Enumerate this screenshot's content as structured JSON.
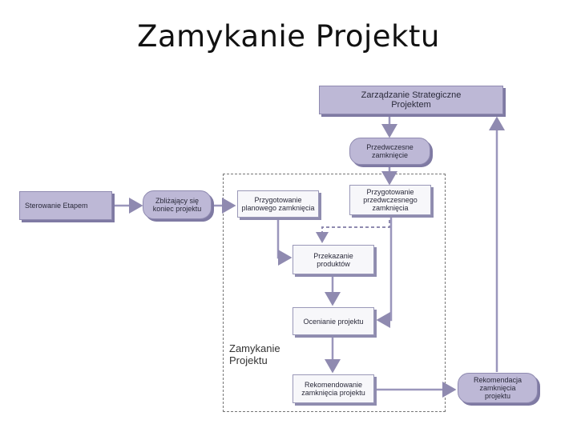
{
  "title": "Zamykanie Projektu",
  "nodes": {
    "zsp": "Zarządzanie Strategiczne\nProjektem",
    "przedwczesne": "Przedwczesne zamknięcie",
    "sterowanie": "Sterowanie Etapem",
    "zblizajacy": "Zbliżający się\nkoniec projektu",
    "przyg_planowe": "Przygotowanie\nplanowego zamknięcia",
    "przyg_przedwczesne": "Przygotowanie\nprzedwczesnego\nzamknięcia",
    "przekazanie": "Przekazanie\nproduktów",
    "ocenianie": "Ocenianie projektu",
    "rekomendowanie": "Rekomendowanie\nzamknięcia projektu",
    "rekomendacja": "Rekomendacja zamknięcia\nprojektu"
  },
  "frame_label": "Zamykanie\nProjektu"
}
